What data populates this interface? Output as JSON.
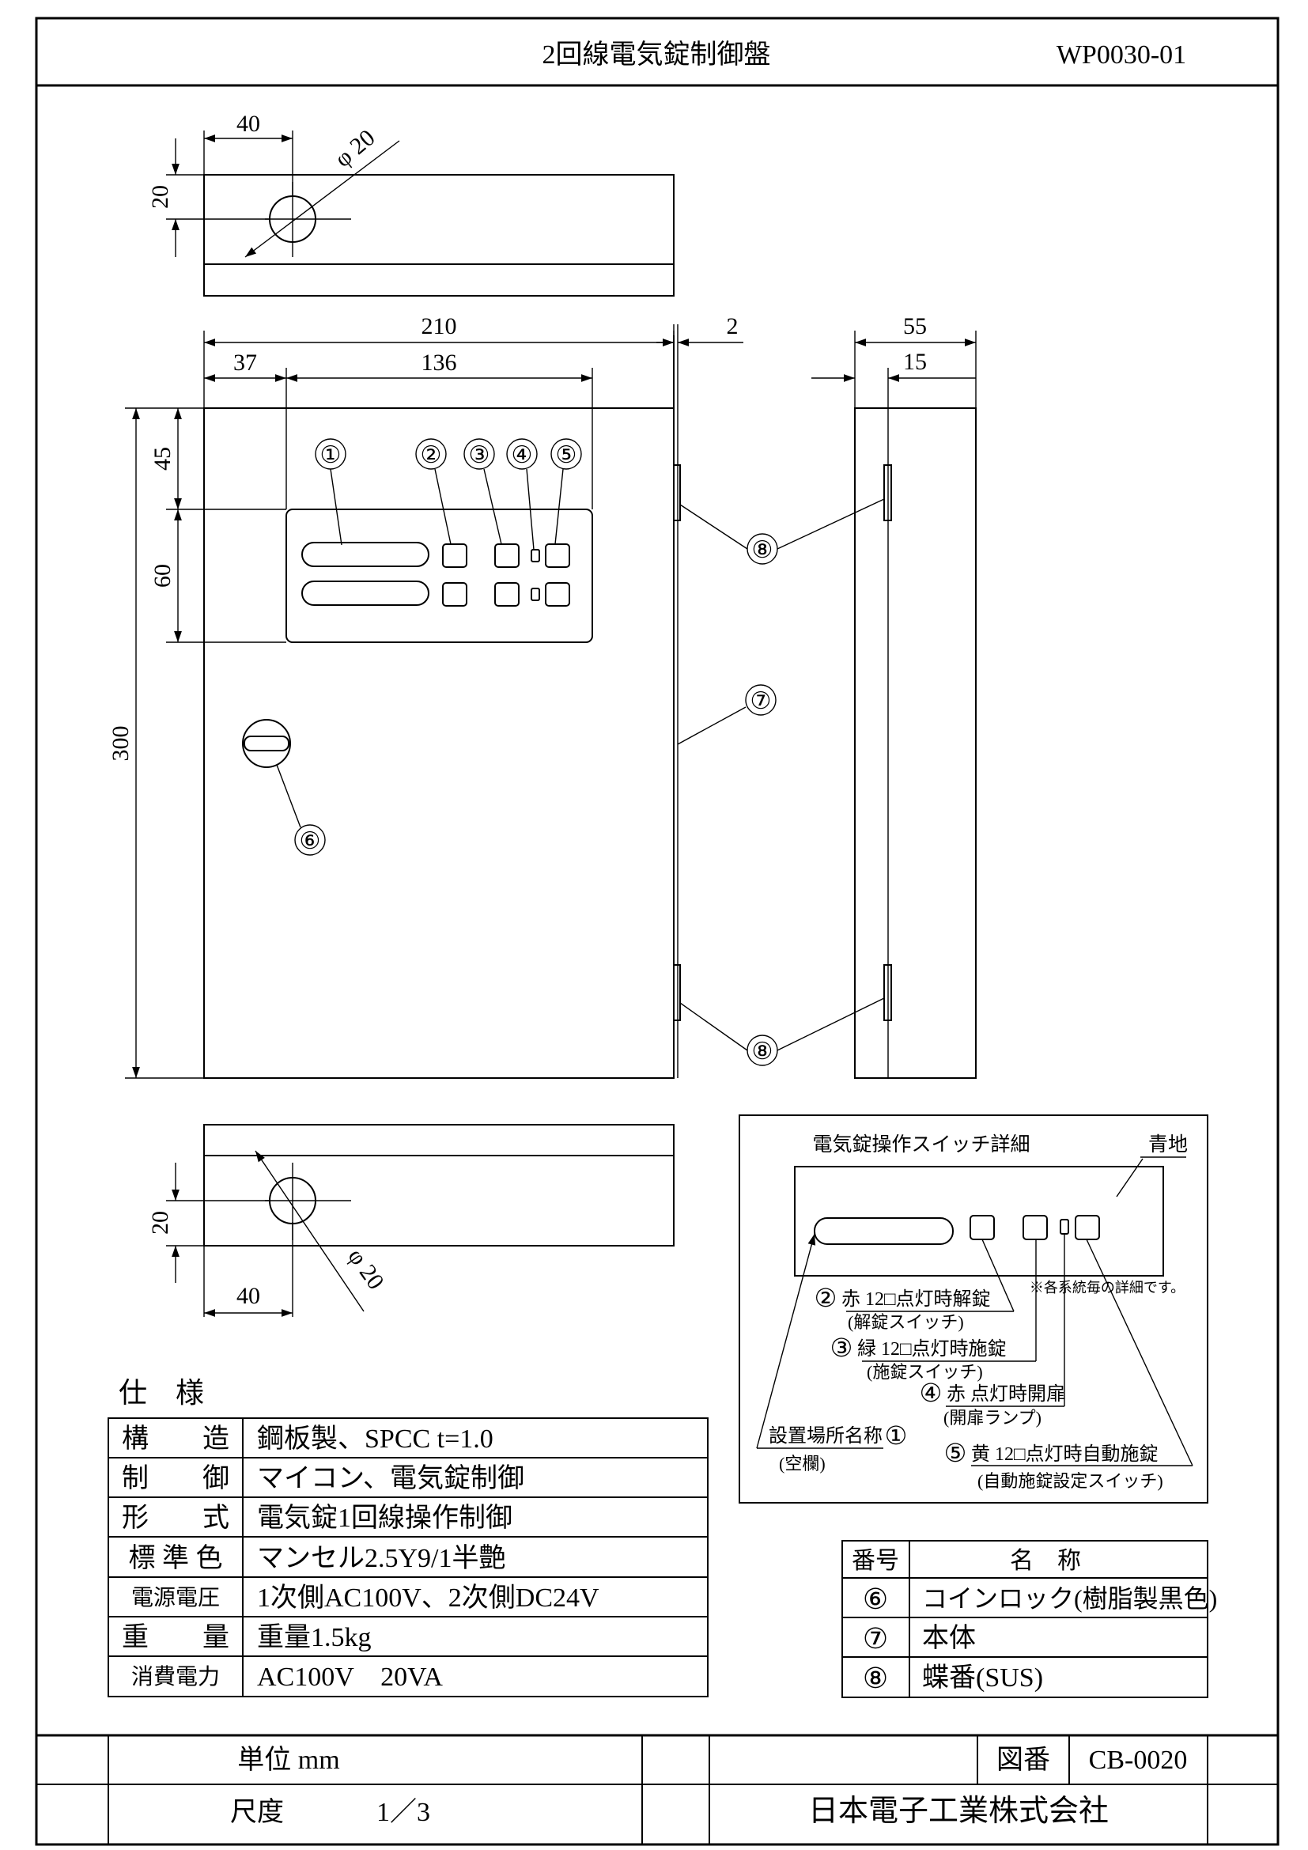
{
  "title_bar": {
    "title": "2回線電気錠制御盤",
    "doc_no": "WP0030-01"
  },
  "dimensions": {
    "top_view": {
      "offset": "40",
      "diameter": "φ 20",
      "depth": "20"
    },
    "front_view": {
      "width": "210",
      "left_offset": "37",
      "panel_width": "136",
      "top_offset": "45",
      "panel_height": "60",
      "height": "300"
    },
    "side_view": {
      "door_thickness": "2",
      "depth": "55",
      "hinge_offset": "15"
    },
    "bottom_view": {
      "offset": "40",
      "diameter": "φ 20",
      "depth": "20"
    }
  },
  "callouts": {
    "c1": "①",
    "c2": "②",
    "c3": "③",
    "c4": "④",
    "c5": "⑤",
    "c6": "⑥",
    "c7": "⑦",
    "c8": "⑧"
  },
  "detail": {
    "title": "電気錠操作スイッチ詳細",
    "background": "青地",
    "note": "※各系統毎の詳細です。",
    "items": [
      {
        "num": "②",
        "line1": "赤 12□点灯時解錠",
        "line2": "(解錠スイッチ)"
      },
      {
        "num": "③",
        "line1": "緑 12□点灯時施錠",
        "line2": "(施錠スイッチ)"
      },
      {
        "num": "④",
        "line1": "赤 点灯時開扉",
        "line2": "(開扉ランプ)"
      },
      {
        "num": "⑤",
        "line1": "黄 12□点灯時自動施錠",
        "line2": "(自動施錠設定スイッチ)"
      }
    ],
    "name_plate": {
      "line1": "設置場所名称",
      "num": "①",
      "line2": "(空欄)"
    }
  },
  "spec": {
    "heading": "仕　様",
    "rows": [
      {
        "label": "構　　造",
        "value": "鋼板製、SPCC t=1.0"
      },
      {
        "label": "制　　御",
        "value": "マイコン、電気錠制御"
      },
      {
        "label": "形　　式",
        "value": "電気錠1回線操作制御"
      },
      {
        "label": "標 準 色",
        "value": "マンセル2.5Y9/1半艶"
      },
      {
        "label": "電源電圧",
        "value": "1次側AC100V、2次側DC24V"
      },
      {
        "label": "重　　量",
        "value": "重量1.5kg"
      },
      {
        "label": "消費電力",
        "value": "AC100V　20VA"
      }
    ]
  },
  "parts": {
    "header_no": "番号",
    "header_name": "名　称",
    "rows": [
      {
        "no": "⑥",
        "name": "コインロック(樹脂製黒色)"
      },
      {
        "no": "⑦",
        "name": "本体"
      },
      {
        "no": "⑧",
        "name": "蝶番(SUS)"
      }
    ]
  },
  "footer": {
    "unit": "単位 mm",
    "scale_label": "尺度",
    "scale_value": "1／3",
    "drawing_label": "図番",
    "drawing_no": "CB-0020",
    "company": "日本電子工業株式会社"
  }
}
